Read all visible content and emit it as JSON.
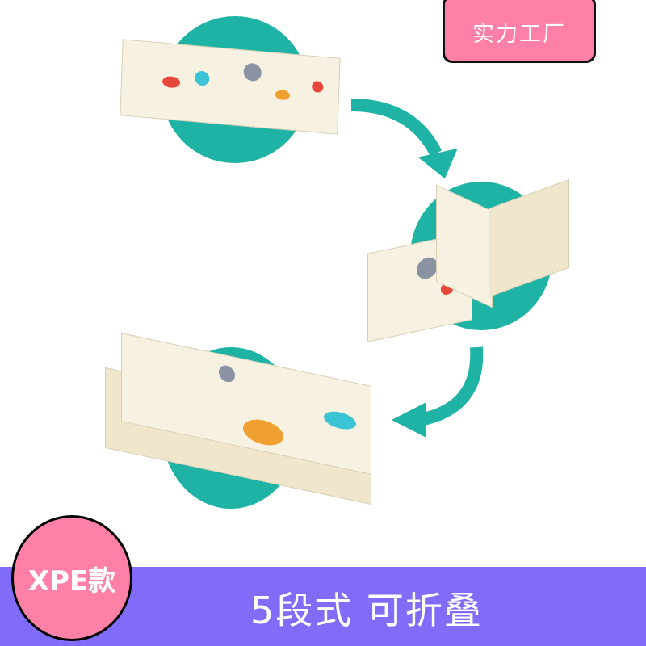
{
  "badge_top": {
    "label": "实力工厂"
  },
  "badge_bottom": {
    "label": "XPE款"
  },
  "banner": {
    "text": "5段式 可折叠"
  },
  "colors": {
    "teal": "#1fb3a6",
    "pink": "#ff80a6",
    "purple": "#806cf9",
    "mat": "#f6f1e0"
  }
}
